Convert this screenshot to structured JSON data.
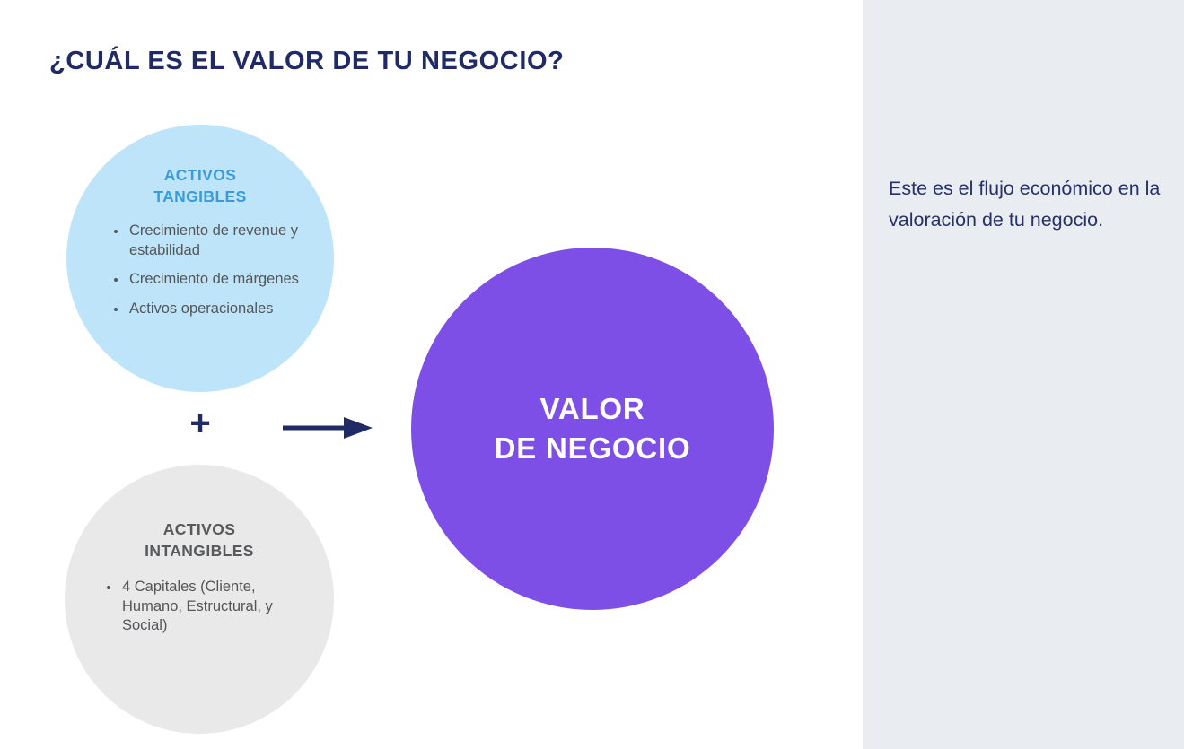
{
  "title": "¿CUÁL ES EL VALOR DE TU NEGOCIO?",
  "tangibles": {
    "heading": "ACTIVOS TANGIBLES",
    "bullets": [
      "Crecimiento de revenue y estabilidad",
      "Crecimiento de márgenes",
      "Activos operacionales"
    ]
  },
  "intangibles": {
    "heading": "ACTIVOS INTANGIBLES",
    "bullets": [
      "4 Capitales (Cliente, Humano, Estructural, y Social)"
    ]
  },
  "connectors": {
    "plus": "+"
  },
  "business_value": {
    "label_line1": "VALOR",
    "label_line2": "DE NEGOCIO"
  },
  "side_panel": {
    "note": "Este es el flujo económico en la valoración de tu negocio."
  },
  "colors": {
    "title_navy": "#1F2A66",
    "tangible_circle_fill": "#BDE4F9",
    "tangible_heading_blue": "#3A9BDC",
    "intangible_circle_fill": "#E9E9EA",
    "intangible_heading_gray": "#58595B",
    "body_text_gray": "#555658",
    "value_circle_purple": "#7E4FE6",
    "value_text_white": "#FFFFFF",
    "panel_background": "#E9EDF2",
    "panel_text_navy": "#27316B"
  }
}
